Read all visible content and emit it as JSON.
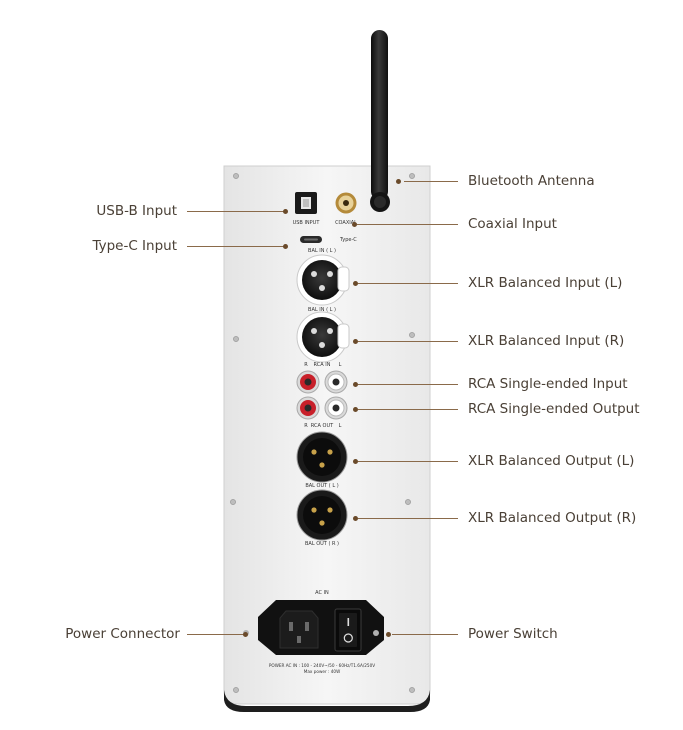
{
  "device": {
    "panel_labels": {
      "usb_input": "USB INPUT",
      "coaxial": "COAXIAL",
      "type_c": "Type-C",
      "bal_in_l": "BAL IN ( L )",
      "rca_in_r": "R",
      "rca_in": "RCA IN",
      "rca_in_l": "L",
      "rca_out_r": "R",
      "rca_out": "RCA OUT",
      "rca_out_l": "L",
      "bal_out_l": "BAL OUT ( L )",
      "bal_out_r": "BAL OUT ( R )",
      "ac_in": "AC IN",
      "power_spec_1": "POWER AC IN : 100 - 240V~/50 - 60Hz/T1.6A/250V",
      "power_spec_2": "Max power : 40W"
    }
  },
  "callouts": {
    "bluetooth_antenna": "Bluetooth Antenna",
    "usb_b_input": "USB-B Input",
    "coaxial_input": "Coaxial Input",
    "type_c_input": "Type-C Input",
    "xlr_balanced_input_l": "XLR Balanced Input (L)",
    "xlr_balanced_input_r": "XLR Balanced Input (R)",
    "rca_single_ended_input": "RCA Single-ended Input",
    "rca_single_ended_output": "RCA Single-ended Output",
    "xlr_balanced_output_l": "XLR Balanced Output (L)",
    "xlr_balanced_output_r": "XLR Balanced Output (R)",
    "power_connector": "Power Connector",
    "power_switch": "Power Switch"
  },
  "colors": {
    "panel": "#f1f1f1",
    "callout_text": "#4a4036",
    "leader_line": "#8a6a4a",
    "rca_red": "#c8202a",
    "gold": "#c8a24a",
    "antenna": "#1a1a1a"
  }
}
